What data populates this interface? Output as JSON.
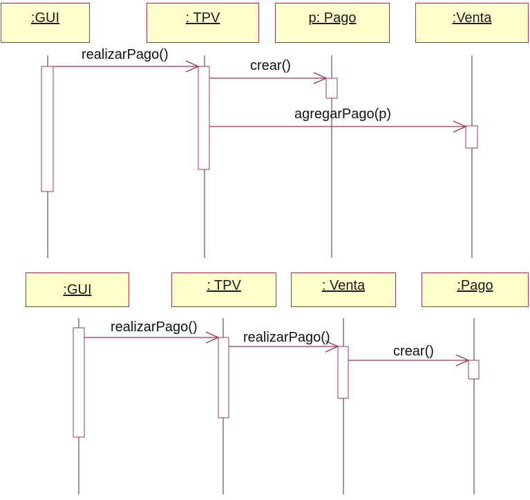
{
  "colors": {
    "box_fill": "#ffffcc",
    "box_border": "#a3324f",
    "arrow": "#a3324f",
    "activation_border": "#a3324f",
    "lifeline": "#333333"
  },
  "diagrams": [
    {
      "objects": [
        {
          "id": "gui",
          "label": ":GUI"
        },
        {
          "id": "tpv",
          "label": ": TPV"
        },
        {
          "id": "pago",
          "label": "p: Pago"
        },
        {
          "id": "venta",
          "label": ":Venta"
        }
      ],
      "messages": [
        {
          "from": "gui",
          "to": "tpv",
          "label": "realizarPago()"
        },
        {
          "from": "tpv",
          "to": "pago",
          "label": "crear()"
        },
        {
          "from": "tpv",
          "to": "venta",
          "label": "agregarPago(p)"
        }
      ]
    },
    {
      "objects": [
        {
          "id": "gui",
          "label": ":GUI"
        },
        {
          "id": "tpv",
          "label": ": TPV"
        },
        {
          "id": "venta",
          "label": ": Venta"
        },
        {
          "id": "pago",
          "label": ":Pago"
        }
      ],
      "messages": [
        {
          "from": "gui",
          "to": "tpv",
          "label": "realizarPago()"
        },
        {
          "from": "tpv",
          "to": "venta",
          "label": "realizarPago()"
        },
        {
          "from": "venta",
          "to": "pago",
          "label": "crear()"
        }
      ]
    }
  ]
}
